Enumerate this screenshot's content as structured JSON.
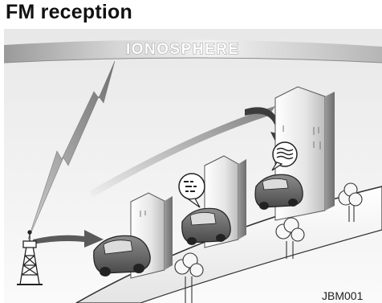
{
  "title": "FM reception",
  "ionosphere_label": "IONOSPHERE",
  "figure_code": "JBM001"
}
